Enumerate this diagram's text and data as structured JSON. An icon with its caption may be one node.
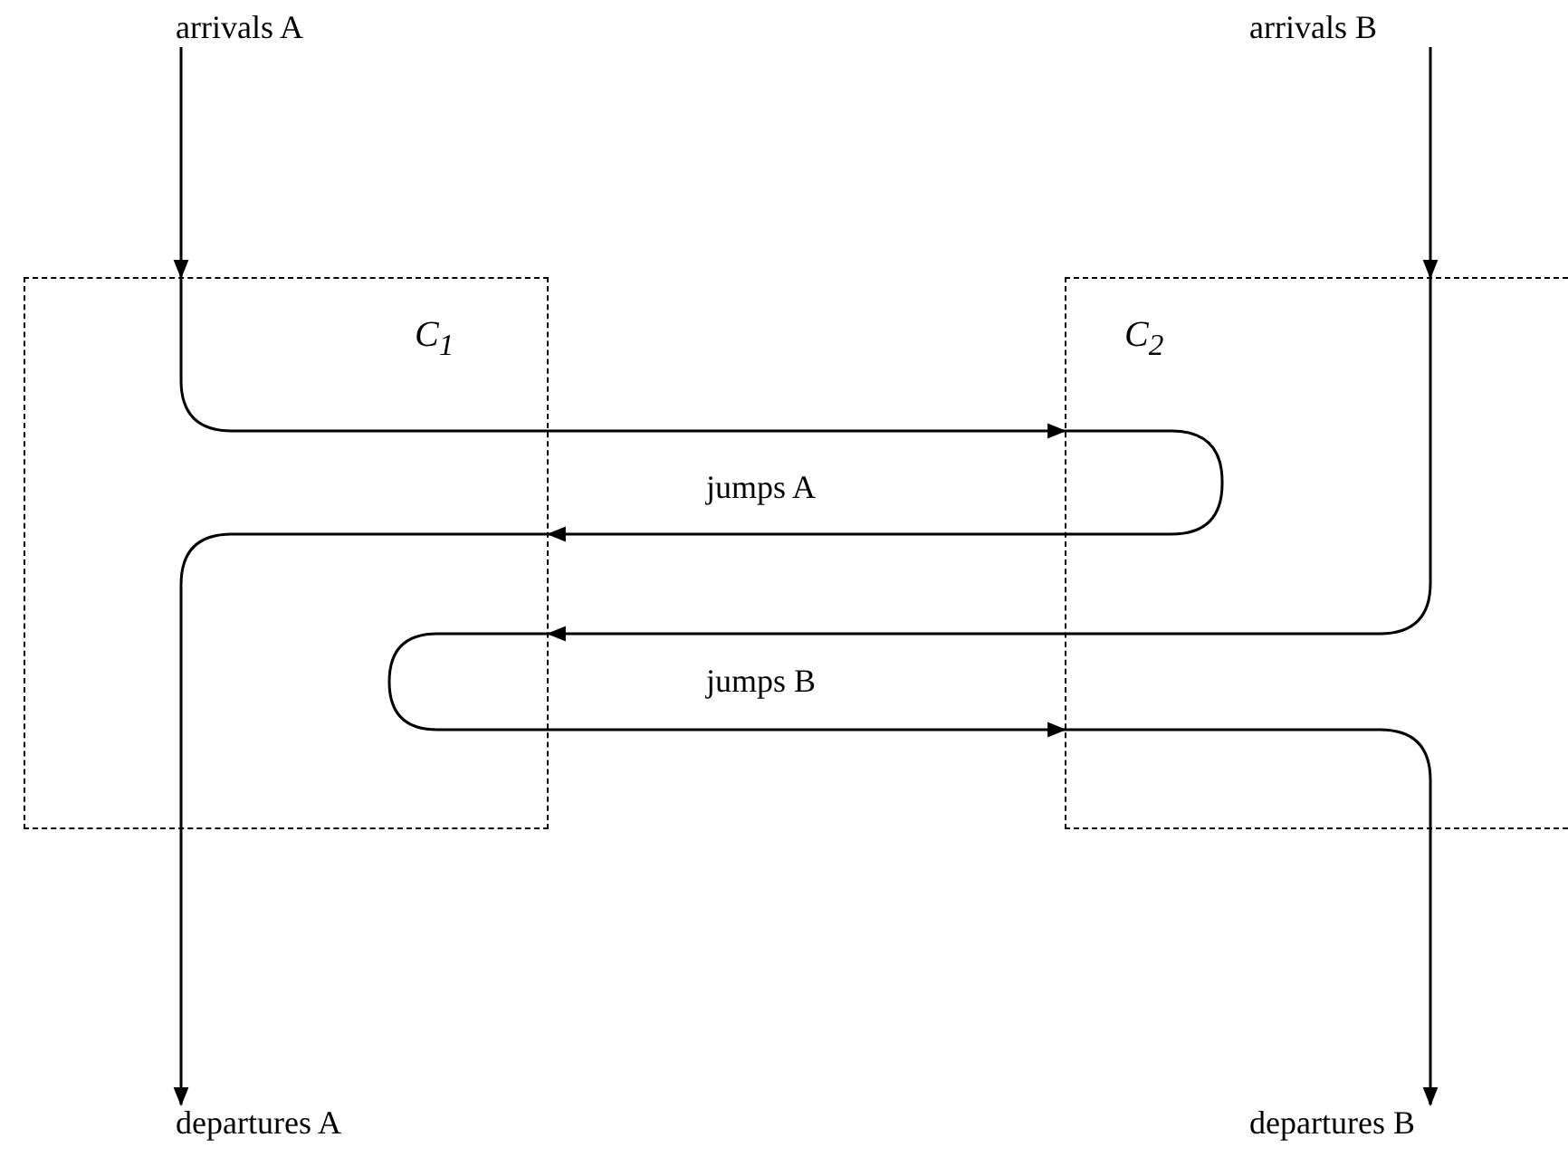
{
  "diagram": {
    "nodes": [
      {
        "text": [
          "arrivals A"
        ]
      },
      {
        "text": [
          "arrivals B"
        ]
      },
      {
        "text": [
          "C$_{1}$"
        ]
      },
      {
        "text": [
          "C$_{2}$"
        ]
      },
      {
        "text": [
          "departures A"
        ]
      },
      {
        "text": [
          "departures B"
        ]
      }
    ],
    "edges": [
      {
        "from": 0,
        "to": 2,
        "arrow": "to"
      },
      {
        "from": 2,
        "to": 3,
        "arrow": "to"
      },
      {
        "from": 3,
        "to": 2,
        "arrow": "to"
      },
      {
        "from": 2,
        "to": 4,
        "arrow": "to"
      },
      {
        "from": 1,
        "to": 3,
        "arrow": "to"
      },
      {
        "from": 3,
        "to": 2,
        "arrow": "to"
      },
      {
        "from": 2,
        "to": 3,
        "arrow": "to"
      },
      {
        "from": 3,
        "to": 5,
        "arrow": "to"
      }
    ],
    "labels": [
      "jumps A",
      "jumps B"
    ]
  }
}
